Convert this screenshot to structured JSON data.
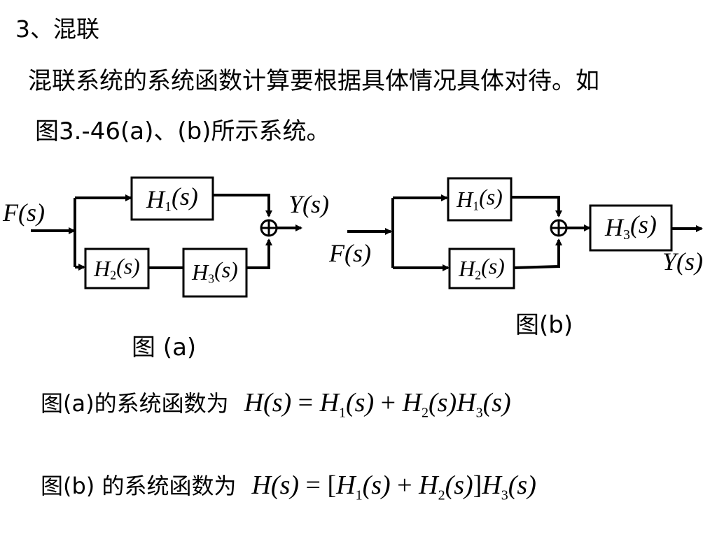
{
  "slide": {
    "heading": "3、混联",
    "intro_line1": "混联系统的系统函数计算要根据具体情况具体对待。如",
    "intro_line2": "图3.-46(a)、(b)所示系统。"
  },
  "diagram_a": {
    "input": "F(s)",
    "output": "Y(s)",
    "blocks": [
      "H1(s)",
      "H2(s)",
      "H3(s)"
    ],
    "caption": "图 (a)"
  },
  "diagram_b": {
    "input": "F(s)",
    "output": "Y(s)",
    "blocks": [
      "H1(s)",
      "H2(s)",
      "H3(s)"
    ],
    "caption": "图(b)"
  },
  "formulas": {
    "a_label": "图(a)的系统函数为",
    "a_expr": "H(s) = H1(s) + H2(s)H3(s)",
    "b_label": "图(b) 的系统函数为",
    "b_expr": "H(s) = [H1(s) + H2(s)]H3(s)"
  }
}
